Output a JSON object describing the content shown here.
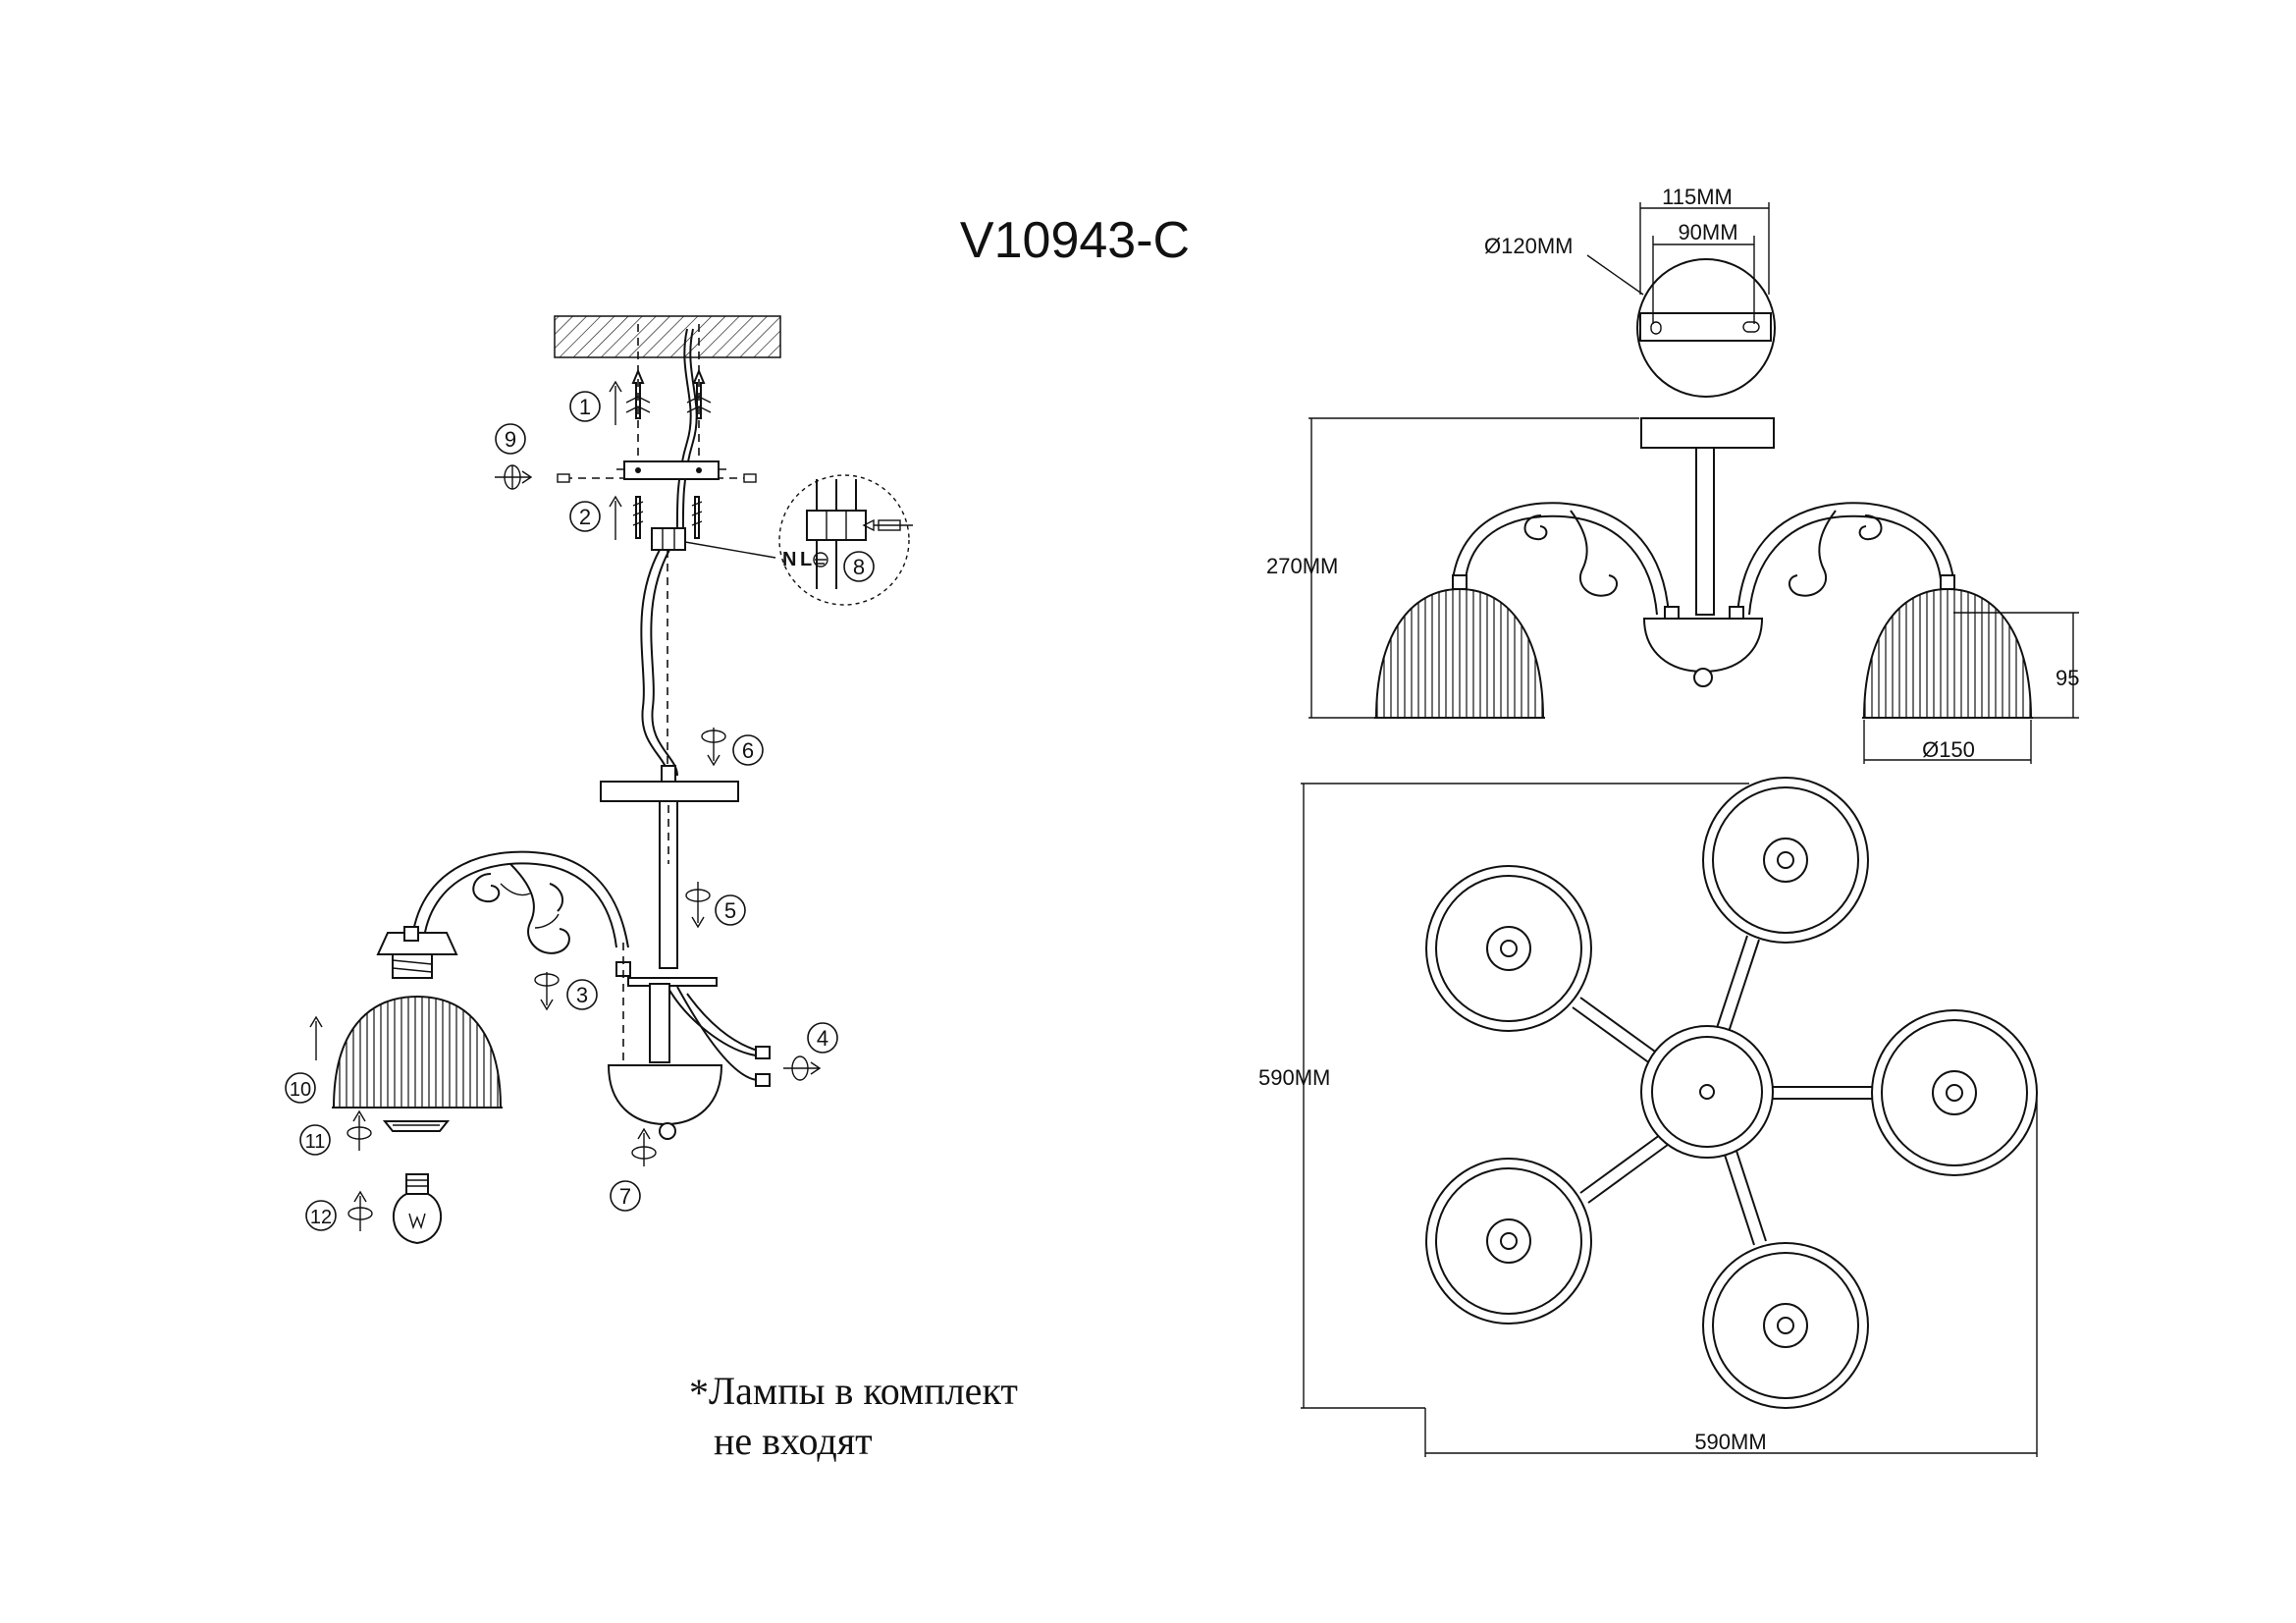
{
  "model": "V10943-C",
  "note": {
    "star": "*",
    "line1": "Лампы в комплект",
    "line2": "не входят"
  },
  "steps": [
    "1",
    "2",
    "3",
    "4",
    "5",
    "6",
    "7",
    "8",
    "9",
    "10",
    "11",
    "12"
  ],
  "wiring": {
    "neutral": "N",
    "live": "L"
  },
  "canopy_dims": {
    "outer_width": "115MM",
    "inner_width": "90MM",
    "diameter": "Ø120MM"
  },
  "side_view_dims": {
    "height": "270MM",
    "shade_height": "95",
    "shade_diameter": "Ø150"
  },
  "top_view_dims": {
    "depth": "590MM",
    "width": "590MM"
  }
}
